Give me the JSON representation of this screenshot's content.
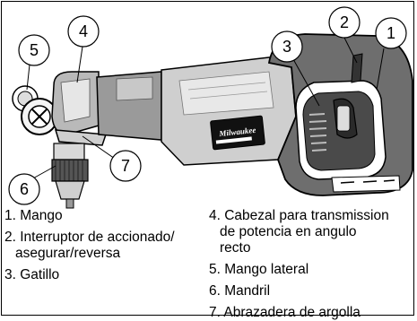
{
  "callouts": [
    "1",
    "2",
    "3",
    "4",
    "5",
    "6",
    "7"
  ],
  "logo_text": "Milwaukee",
  "legend_left": [
    {
      "line1": "1. Mango",
      "line2": ""
    },
    {
      "line1": "2. Interruptor de accionado/",
      "line2": "asegurar/reversa"
    },
    {
      "line1": "3. Gatillo",
      "line2": ""
    }
  ],
  "legend_right": [
    {
      "line1": "4. Cabezal para transmission",
      "line2": "de potencia en angulo",
      "line3": "recto"
    },
    {
      "line1": "5. Mango lateral"
    },
    {
      "line1": "6. Mandril"
    },
    {
      "line1": "7. Abrazadera de argolla"
    }
  ]
}
